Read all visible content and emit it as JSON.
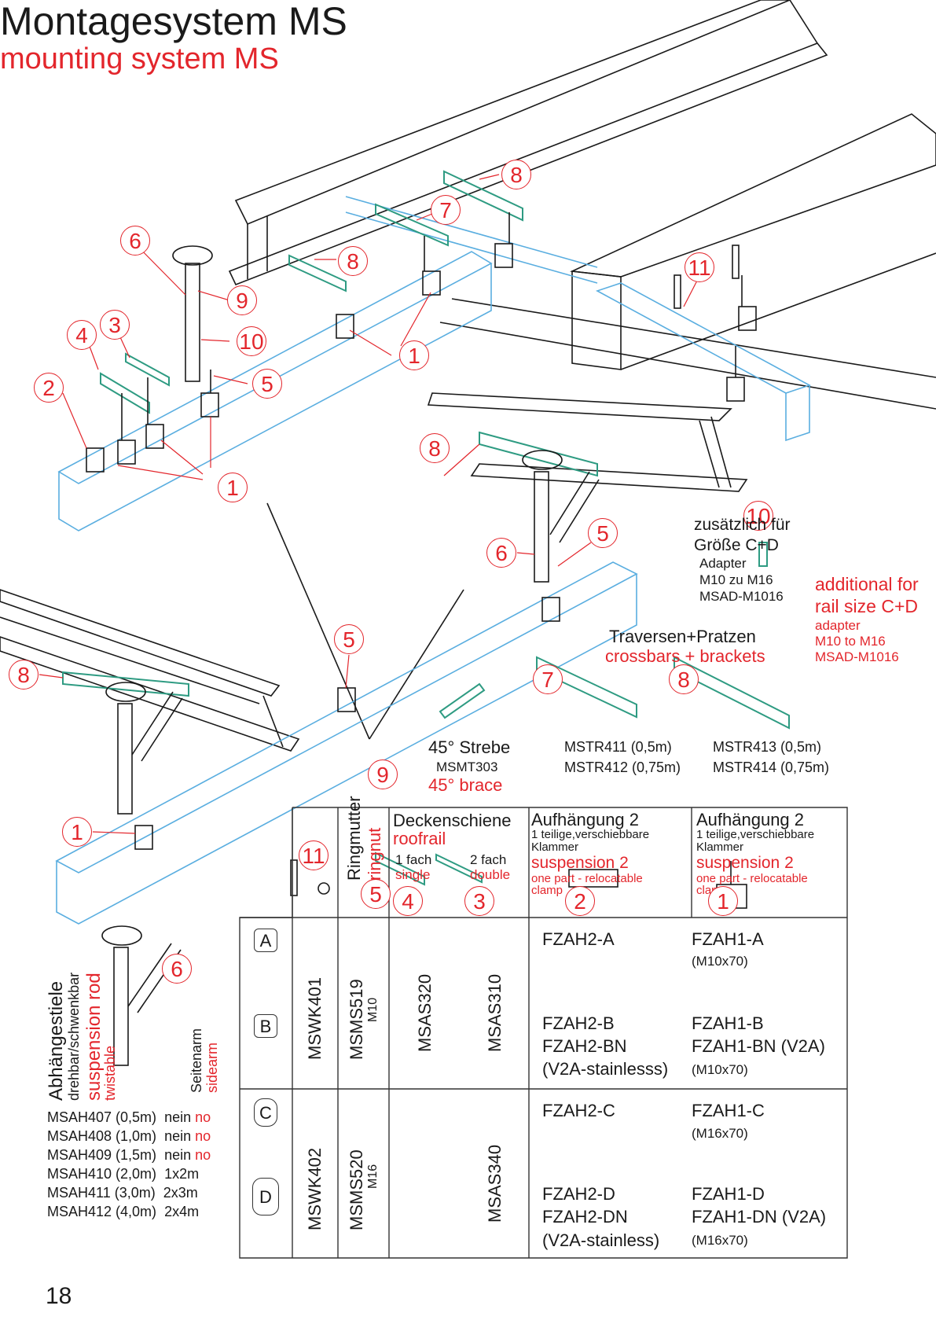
{
  "title": {
    "de": "Montagesystem MS",
    "en": "mounting system MS"
  },
  "page_number": "18",
  "colors": {
    "accent_red": "#e3262c",
    "rail_blue": "#5aaee0",
    "part_green": "#2e9b82"
  },
  "callouts": {
    "c1": "1",
    "c2": "2",
    "c3": "3",
    "c4": "4",
    "c5": "5",
    "c6": "6",
    "c7": "7",
    "c8": "8",
    "c9": "9",
    "c10": "10",
    "c11": "11"
  },
  "notes": {
    "zusatz_de": "zusätzlich für",
    "groesse_de": "Größe C+D",
    "adapter_de": "Adapter",
    "m10m16_de": "M10 zu M16",
    "msad_de": "MSAD-M1016",
    "additional_en1": "additional for",
    "additional_en2": "rail size C+D",
    "adapter_en": "adapter",
    "m10m16_en": "M10 to M16",
    "msad_en": "MSAD-M1016",
    "traversen_de": "Traversen+Pratzen",
    "crossbars_en": "crossbars + brackets",
    "mstr411": "MSTR411  (0,5m)",
    "mstr412": "MSTR412  (0,75m)",
    "mstr413": "MSTR413  (0,5m)",
    "mstr414": "MSTR414  (0,75m)",
    "strebe_de": "45° Strebe",
    "msmt303": "MSMT303",
    "brace_en": "45° brace"
  },
  "suspension_rod": {
    "de1": "Abhängestiele",
    "de2": "drehbar/schwenkbar",
    "en1": "suspension rod",
    "en2": "twistable",
    "sidearm_de": "Seitenarm",
    "sidearm_en": "sidearm",
    "models": [
      {
        "code": "MSAH407 (0,5m)",
        "arm": "nein",
        "arm_en": "no"
      },
      {
        "code": "MSAH408 (1,0m)",
        "arm": "nein",
        "arm_en": "no"
      },
      {
        "code": "MSAH409 (1,5m)",
        "arm": "nein",
        "arm_en": "no"
      },
      {
        "code": "MSAH410 (2,0m)",
        "arm": "1x2m",
        "arm_en": ""
      },
      {
        "code": "MSAH411 (3,0m)",
        "arm": "2x3m",
        "arm_en": ""
      },
      {
        "code": "MSAH412 (4,0m)",
        "arm": "2x4m",
        "arm_en": ""
      }
    ]
  },
  "table": {
    "head": {
      "ringmutter_de": "Ringmutter",
      "ringnut_en": "ringnut",
      "decken_de": "Deckenschiene",
      "roofrail_en": "roofrail",
      "fach1_de": "1 fach",
      "single_en": "single",
      "fach2_de": "2 fach",
      "double_en": "double",
      "auf2_title": "Aufhängung 2",
      "auf2_de1": "1 teilige,verschiebbare",
      "auf2_de2": "Klammer",
      "auf2_en1": "suspension 2",
      "auf2_en2": "one part - relocatable",
      "auf2_en3": "clamp",
      "auf1_title": "Aufhängung 2",
      "auf1_de1": "1 teilige,verschiebbare",
      "auf1_de2": "Klammer",
      "auf1_en1": "suspension 2",
      "auf1_en2": "one part - relocatable",
      "auf1_en3": "clamp"
    },
    "sizes": {
      "a": "A",
      "b": "B",
      "c": "C",
      "d": "D"
    },
    "group1": {
      "wk": "MSWK401",
      "ms": "MSMS519",
      "thread": "M10",
      "single": "MSAS320",
      "double": "MSAS310",
      "fzah2": [
        "FZAH2-A",
        "FZAH2-B",
        "FZAH2-BN",
        "(V2A-stainlesss)"
      ],
      "fzah1": [
        "FZAH1-A",
        "(M10x70)",
        "FZAH1-B",
        "FZAH1-BN (V2A)",
        "(M10x70)"
      ]
    },
    "group2": {
      "wk": "MSWK402",
      "ms": "MSMS520",
      "thread": "M16",
      "double": "MSAS340",
      "fzah2": [
        "FZAH2-C",
        "FZAH2-D",
        "FZAH2-DN",
        "(V2A-stainless)"
      ],
      "fzah1": [
        "FZAH1-C",
        "(M16x70)",
        "FZAH1-D",
        "FZAH1-DN (V2A)",
        "(M16x70)"
      ]
    }
  }
}
